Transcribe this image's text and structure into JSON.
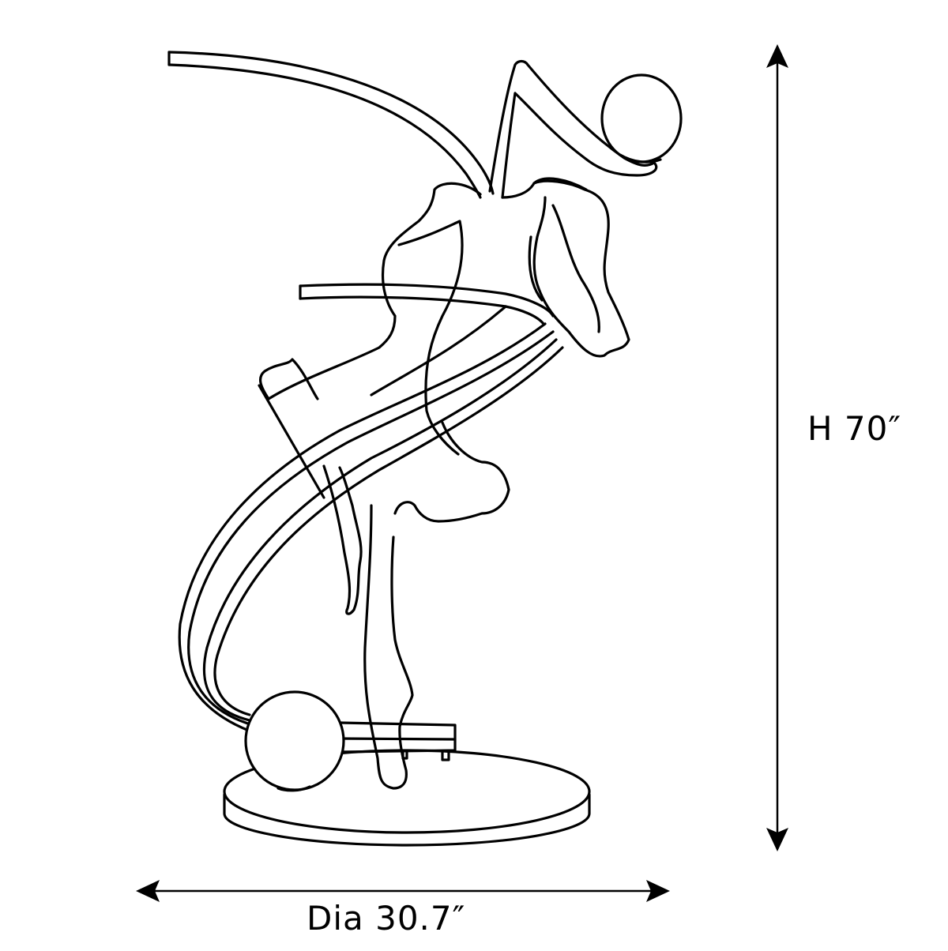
{
  "diagram": {
    "subject": "Figurative dancer floor lamp with spiral ribbon arms and two globe shades",
    "colors": {
      "line": "#000000",
      "background": "#ffffff"
    },
    "dimensions": {
      "height": {
        "label": "H 70″",
        "value": 70,
        "unit": "in",
        "orientation": "vertical"
      },
      "diameter": {
        "label": "Dia 30.7″",
        "value": 30.7,
        "unit": "in",
        "orientation": "horizontal"
      }
    },
    "components": [
      {
        "name": "upper-globe-shade"
      },
      {
        "name": "lower-globe-shade"
      },
      {
        "name": "dancer-figure"
      },
      {
        "name": "spiral-ribbon-arms"
      },
      {
        "name": "round-base"
      }
    ]
  }
}
